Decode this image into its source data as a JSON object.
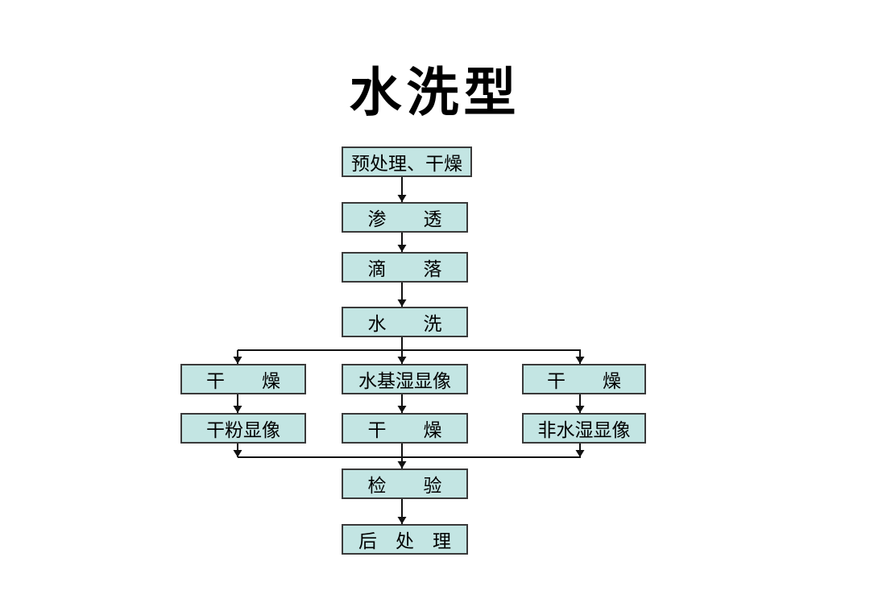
{
  "title": "水洗型",
  "colors": {
    "page_bg": "#ffffff",
    "box_fill": "#c3e5e3",
    "box_border": "#3a3a3a",
    "line": "#111111",
    "text": "#000000"
  },
  "diagram": {
    "type": "flowchart",
    "direction": "top-down",
    "nodes": [
      {
        "id": "pretreatment_drying",
        "label": "预处理、干燥"
      },
      {
        "id": "penetration",
        "label": "渗　　透"
      },
      {
        "id": "dripping",
        "label": "滴　　落"
      },
      {
        "id": "water_wash",
        "label": "水　　洗"
      },
      {
        "id": "drying_left",
        "label": "干　　燥"
      },
      {
        "id": "water_based_wet_developing",
        "label": "水基湿显像"
      },
      {
        "id": "drying_right",
        "label": "干　　燥"
      },
      {
        "id": "dry_powder_developing",
        "label": "干粉显像"
      },
      {
        "id": "drying_center",
        "label": "干　　燥"
      },
      {
        "id": "non_aqueous_wet_developing",
        "label": "非水湿显像"
      },
      {
        "id": "inspection",
        "label": "检　　验"
      },
      {
        "id": "post_treatment",
        "label": "后　处　理"
      }
    ],
    "edges": [
      {
        "from": "pretreatment_drying",
        "to": "penetration"
      },
      {
        "from": "penetration",
        "to": "dripping"
      },
      {
        "from": "dripping",
        "to": "water_wash"
      },
      {
        "from": "water_wash",
        "to": "drying_left"
      },
      {
        "from": "water_wash",
        "to": "water_based_wet_developing"
      },
      {
        "from": "water_wash",
        "to": "drying_right"
      },
      {
        "from": "drying_left",
        "to": "dry_powder_developing"
      },
      {
        "from": "water_based_wet_developing",
        "to": "drying_center"
      },
      {
        "from": "drying_right",
        "to": "non_aqueous_wet_developing"
      },
      {
        "from": "dry_powder_developing",
        "to": "inspection"
      },
      {
        "from": "drying_center",
        "to": "inspection"
      },
      {
        "from": "non_aqueous_wet_developing",
        "to": "inspection"
      },
      {
        "from": "inspection",
        "to": "post_treatment"
      }
    ]
  }
}
